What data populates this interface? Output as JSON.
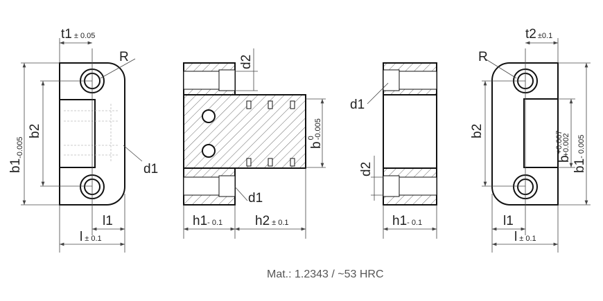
{
  "views": {
    "front_left": {
      "t1": "t1",
      "t1_tol": "± 0.05",
      "R": "R",
      "b1": "b1",
      "b1_tol": "-0.005",
      "b2": "b2",
      "d1": "d1",
      "l1": "l1",
      "l": "l",
      "l_tol": "± 0.1"
    },
    "section_middle": {
      "d2": "d2",
      "d1": "d1",
      "b": "b",
      "b_tol_upper": "0",
      "b_tol_lower": "-0.005",
      "h1": "h1",
      "h1_tol": "- 0.1",
      "h2": "h2",
      "h2_tol": "± 0.1"
    },
    "section_right": {
      "d1": "d1",
      "d2": "d2",
      "h1": "h1",
      "h1_tol": "- 0.1"
    },
    "front_right": {
      "t2": "t2",
      "t2_tol": "±0.1",
      "R": "R",
      "b2": "b2",
      "b": "b",
      "b_tol_upper": "+0.007",
      "b_tol_lower": "+0.002",
      "b1": "b1",
      "b1_tol": "- 0.005",
      "l1": "l1",
      "l": "l",
      "l_tol": "± 0.1"
    }
  },
  "material_note": "Mat.: 1.2343 / ~53 HRC"
}
